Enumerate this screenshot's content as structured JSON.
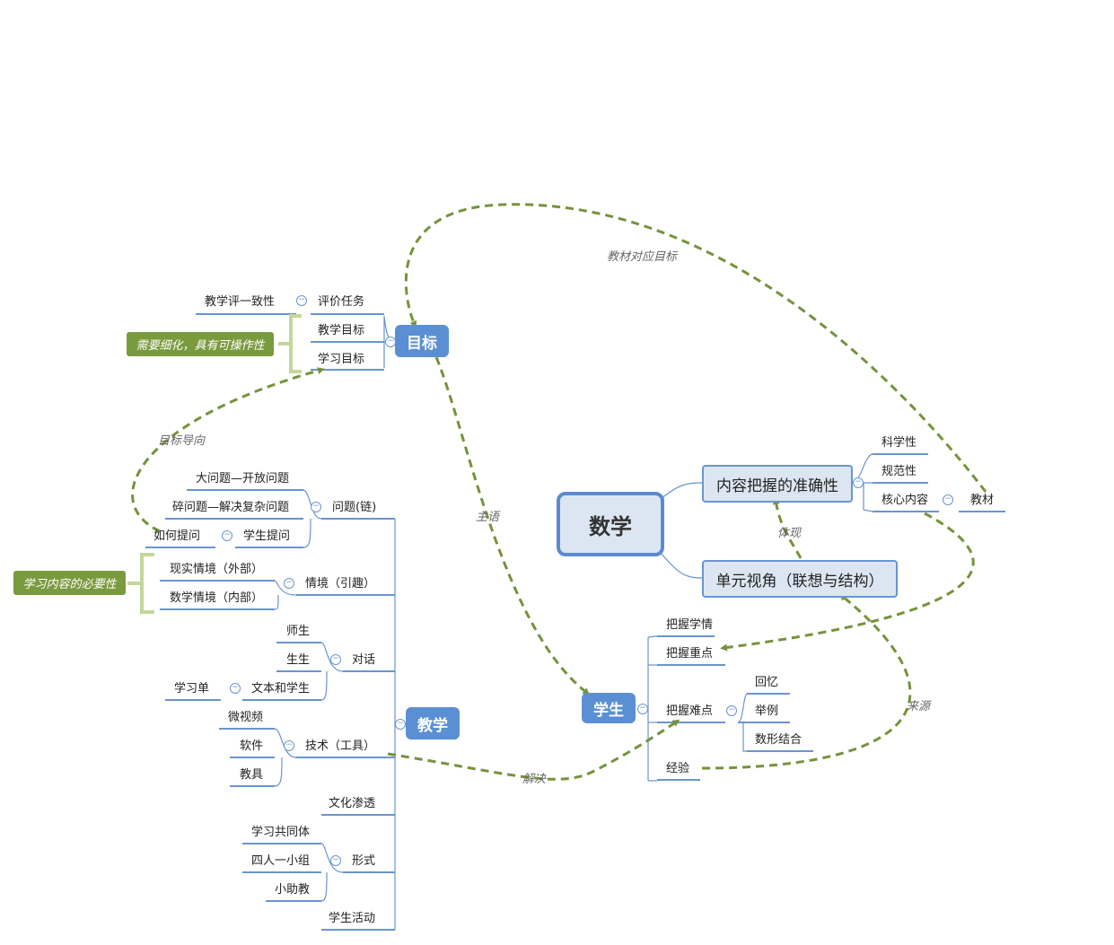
{
  "central": "数学",
  "hubs": {
    "goal": "目标",
    "teach": "教学",
    "student": "学生"
  },
  "goal_branch": {
    "eval_task": "评价任务",
    "eval_consistency": "教学评一致性",
    "teach_goal": "教学目标",
    "learn_goal": "学习目标",
    "note": "需要细化，具有可操作性"
  },
  "teach_branch": {
    "question_chain": "问题(链)",
    "big_question": "大问题—开放问题",
    "small_question": "碎问题—解决复杂问题",
    "student_ask": "学生提问",
    "how_ask": "如何提问",
    "situation": "情境（引趣）",
    "real_situation": "现实情境（外部）",
    "math_situation": "数学情境（内部）",
    "situation_note": "学习内容的必要性",
    "dialogue": "对话",
    "teacher_student": "师生",
    "student_student": "生生",
    "text_student": "文本和学生",
    "study_sheet": "学习单",
    "tech": "技术（工具）",
    "micro_video": "微视频",
    "software": "软件",
    "teaching_aid": "教具",
    "culture": "文化渗透",
    "form": "形式",
    "community": "学习共同体",
    "group": "四人一小组",
    "assistant": "小助教",
    "activity": "学生活动"
  },
  "content": {
    "accuracy": "内容把握的准确性",
    "scientific": "科学性",
    "normative": "规范性",
    "core": "核心内容",
    "textbook": "教材",
    "unit_view": "单元视角（联想与结构）"
  },
  "student_branch": {
    "grasp_situation": "把握学情",
    "grasp_key": "把握重点",
    "grasp_difficulty": "把握难点",
    "recall": "回忆",
    "example": "举例",
    "shape_number": "数形结合",
    "experience": "经验"
  },
  "relations": {
    "textbook_goal": "教材对应目标",
    "subject": "主语",
    "goal_guide": "目标导向",
    "embody": "体现",
    "source": "来源",
    "solve": "解决"
  },
  "colors": {
    "hub": "#5b8fd4",
    "line": "#6a95d0",
    "relation": "#76923c",
    "note": "#7a9a3e",
    "bracket": "#c4d79b"
  }
}
